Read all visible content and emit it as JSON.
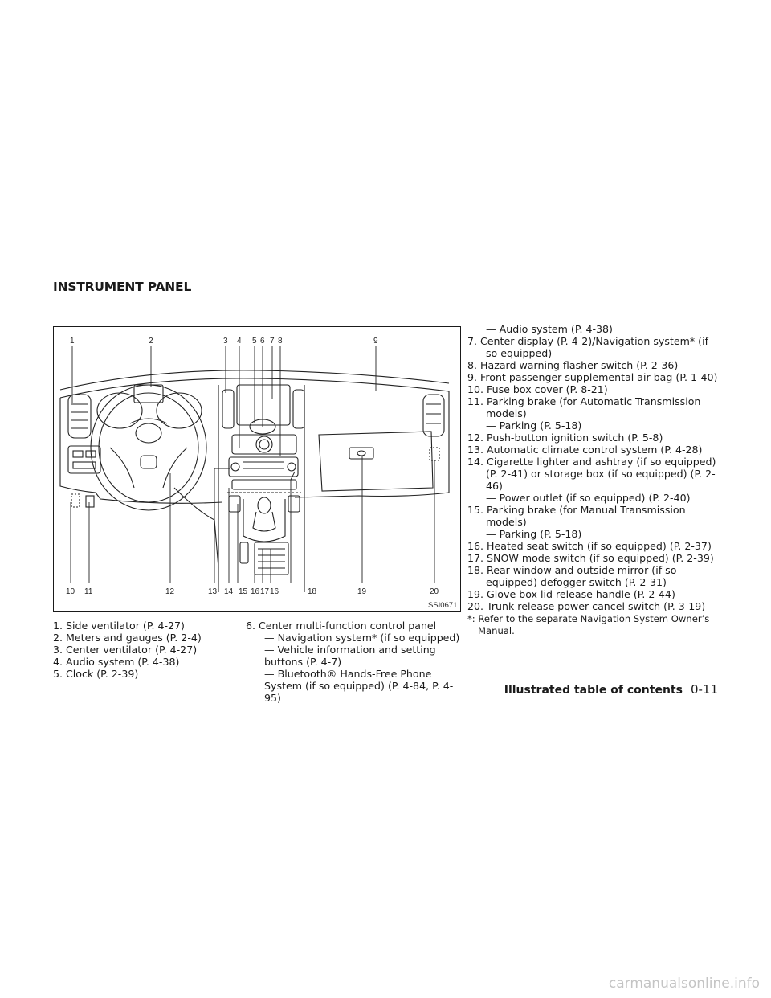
{
  "section_title": "INSTRUMENT PANEL",
  "figure": {
    "code": "SSI0671",
    "top_callouts": [
      "1",
      "2",
      "3",
      "4",
      "5",
      "6",
      "7",
      "8",
      "9"
    ],
    "bottom_callouts": [
      "10",
      "11",
      "12",
      "13",
      "14",
      "15",
      "16",
      "17",
      "16",
      "18",
      "19",
      "20"
    ]
  },
  "column1": [
    "1. Side ventilator (P. 4-27)",
    "2. Meters and gauges (P. 2-4)",
    "3. Center ventilator (P. 4-27)",
    "4. Audio system (P. 4-38)",
    "5. Clock (P. 2-39)"
  ],
  "column2": {
    "item6": "6. Center multi-function control panel",
    "item6_subs": [
      "— Navigation system* (if so equipped)",
      "— Vehicle information and setting buttons (P. 4-7)",
      "— Bluetooth® Hands-Free Phone System (if so equipped) (P. 4-84, P. 4-95)"
    ]
  },
  "column3": {
    "item6_last_sub": "— Audio system (P. 4-38)",
    "items": [
      {
        "text": "7. Center display (P. 4-2)/Navigation system* (if so equipped)"
      },
      {
        "text": "8. Hazard warning flasher switch (P. 2-36)"
      },
      {
        "text": "9. Front passenger supplemental air bag (P. 1-40)"
      },
      {
        "text": "10. Fuse box cover (P. 8-21)"
      },
      {
        "text": "11. Parking brake (for Automatic Transmission models)",
        "sub": "— Parking (P. 5-18)"
      },
      {
        "text": "12. Push-button ignition switch (P. 5-8)"
      },
      {
        "text": "13. Automatic climate control system (P. 4-28)"
      },
      {
        "text": "14. Cigarette lighter and ashtray (if so equipped) (P. 2-41) or storage box (if so equipped) (P. 2-46)",
        "sub": "— Power outlet (if so equipped) (P. 2-40)"
      },
      {
        "text": "15. Parking brake (for Manual Transmission models)",
        "sub": "— Parking (P. 5-18)"
      },
      {
        "text": "16. Heated seat switch (if so equipped) (P. 2-37)"
      },
      {
        "text": "17. SNOW mode switch (if so equipped) (P. 2-39)"
      },
      {
        "text": "18. Rear window and outside mirror (if so equipped) defogger switch (P. 2-31)"
      },
      {
        "text": "19. Glove box lid release handle (P. 2-44)"
      },
      {
        "text": "20. Trunk release power cancel switch (P. 3-19)"
      }
    ],
    "note": "*: Refer to the separate Navigation System Owner’s Manual."
  },
  "footer": {
    "label": "Illustrated table of contents",
    "page": "0-11"
  },
  "watermark": "carmanualsonline.info"
}
